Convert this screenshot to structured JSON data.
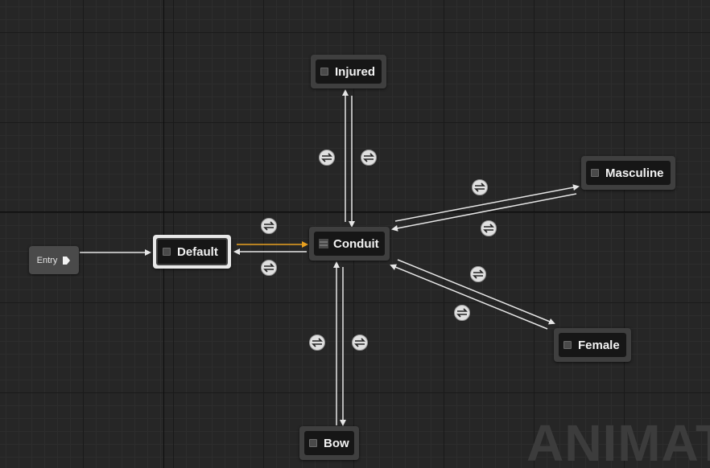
{
  "graph": {
    "entry": {
      "label": "Entry"
    },
    "states": {
      "default": "Default",
      "conduit": "Conduit",
      "injured": "Injured",
      "masculine": "Masculine",
      "female": "Female",
      "bow": "Bow"
    },
    "watermark": "ANIMATIC"
  },
  "colors": {
    "background": "#262626",
    "wire": "#e6e6e6",
    "active_wire": "#e8a020",
    "node": "#3f3f3f",
    "node_selected": "#e8e8e8"
  },
  "icons": [
    "state-pin-icon",
    "conduit-icon",
    "exec-pin-icon",
    "transition-rule-icon"
  ]
}
